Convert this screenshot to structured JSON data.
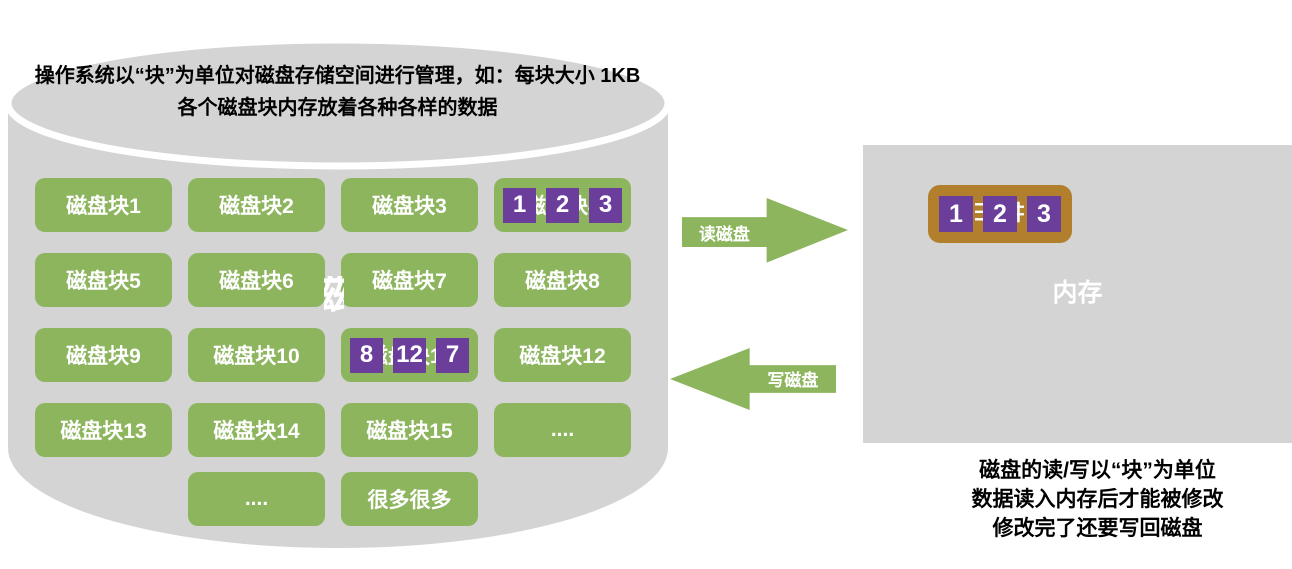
{
  "colors": {
    "block_green": "#8DB55E",
    "data_purple": "#6B3E9C",
    "buffer_brown": "#B2802C",
    "panel_gray": "#D4D4D4",
    "text_black": "#000000",
    "text_white": "#FFFFFF"
  },
  "disk": {
    "heading_line1": "操作系统以“块”为单位对磁盘存储空间进行管理，如：每块大小 1KB",
    "heading_line2": "各个磁盘块内存放着各种各样的数据",
    "rows": [
      [
        {
          "label": "磁盘块1"
        },
        {
          "label": "磁盘块2"
        },
        {
          "label": "磁盘块3"
        },
        {
          "label": "磁盘块4",
          "overlay": [
            "1",
            "2",
            "3"
          ]
        }
      ],
      [
        {
          "label": "磁盘块5"
        },
        {
          "label": "磁盘块6"
        },
        {
          "label": "磁盘块7"
        },
        {
          "label": "磁盘块8"
        }
      ],
      [
        {
          "label": "磁盘块9"
        },
        {
          "label": "磁盘块10"
        },
        {
          "label": "磁盘块11",
          "overlay": [
            "8",
            "12",
            "7"
          ]
        },
        {
          "label": "磁盘块12"
        }
      ],
      [
        {
          "label": "磁盘块13"
        },
        {
          "label": "磁盘块14"
        },
        {
          "label": "磁盘块15"
        },
        {
          "label": "...."
        }
      ],
      [
        {
          "label": "...."
        },
        {
          "label": "很多很多"
        }
      ]
    ],
    "artifact_fragment": "磁"
  },
  "arrows": {
    "read_label": "读磁盘",
    "write_label": "写磁盘"
  },
  "memory": {
    "label": "内存",
    "buffer_blocks": [
      "1",
      "2",
      "3"
    ],
    "hidden_fragments": [
      "日",
      "中"
    ]
  },
  "notes": [
    "磁盘的读/写以“块”为单位",
    "数据读入内存后才能被修改",
    "修改完了还要写回磁盘"
  ]
}
